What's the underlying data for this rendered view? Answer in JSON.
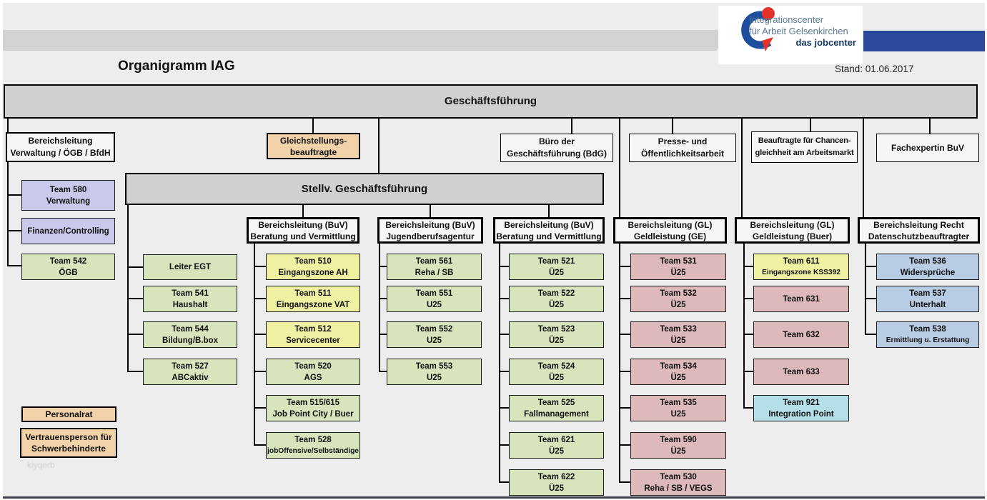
{
  "header": {
    "logo": {
      "line1": "Integrationscenter",
      "line2": "für Arbeit Gelsenkirchen",
      "line3": "das jobcenter"
    },
    "title": "Organigramm IAG",
    "date_label": "Stand: 01.06.2017"
  },
  "org": {
    "gf": "Geschäftsführung",
    "stellv": "Stellv. Geschäftsführung",
    "row2": {
      "verwaltung": {
        "l1": "Bereichsleitung",
        "l2": "Verwaltung / ÖGB / BfdH"
      },
      "gleichstellung": {
        "l1": "Gleichstellungs-",
        "l2": "beauftragte"
      },
      "buero": {
        "l1": "Büro der",
        "l2": "Geschäftsführung (BdG)"
      },
      "presse": {
        "l1": "Presse- und",
        "l2": "Öffentlichkeitsarbeit"
      },
      "chancen": {
        "l1": "Beauftragte für Chancen-",
        "l2": "gleichheit am Arbeitsmarkt"
      },
      "fachexpertin": {
        "l1": "Fachexpertin BuV"
      }
    },
    "leitung": {
      "buv1": {
        "l1": "Bereichsleitung (BuV)",
        "l2": "Beratung und Vermittlung"
      },
      "jba": {
        "l1": "Bereichsleitung (BuV)",
        "l2": "Jugendberufsagentur"
      },
      "buv2": {
        "l1": "Bereichsleitung (BuV)",
        "l2": "Beratung und Vermittlung"
      },
      "glge": {
        "l1": "Bereichsleitung (GL)",
        "l2": "Geldleistung (GE)"
      },
      "glbuer": {
        "l1": "Bereichsleitung (GL)",
        "l2": "Geldleistung (Buer)"
      },
      "recht": {
        "l1": "Bereichsleitung Recht",
        "l2": "Datenschutzbeauftragter"
      }
    },
    "teams": {
      "t580": {
        "l1": "Team 580",
        "l2": "Verwaltung"
      },
      "finanzen": {
        "l1": "Finanzen/Controlling"
      },
      "t542": {
        "l1": "Team 542",
        "l2": "ÖGB"
      },
      "egt": {
        "l1": "Leiter EGT"
      },
      "t541": {
        "l1": "Team 541",
        "l2": "Haushalt"
      },
      "t544": {
        "l1": "Team 544",
        "l2": "Bildung/B.box"
      },
      "t527": {
        "l1": "Team 527",
        "l2": "ABCaktiv"
      },
      "t510": {
        "l1": "Team 510",
        "l2": "Eingangszone AH"
      },
      "t511": {
        "l1": "Team 511",
        "l2": "Eingangszone VAT"
      },
      "t512": {
        "l1": "Team 512",
        "l2": "Servicecenter"
      },
      "t520": {
        "l1": "Team 520",
        "l2": "AGS"
      },
      "t515": {
        "l1": "Team 515/615",
        "l2": "Job Point City / Buer"
      },
      "t528": {
        "l1": "Team 528",
        "l2": "jobOffensive/Selbständige"
      },
      "t561": {
        "l1": "Team 561",
        "l2": "Reha / SB"
      },
      "t551": {
        "l1": "Team 551",
        "l2": "U25"
      },
      "t552": {
        "l1": "Team 552",
        "l2": "U25"
      },
      "t553": {
        "l1": "Team 553",
        "l2": "U25"
      },
      "t521": {
        "l1": "Team 521",
        "l2": "Ü25"
      },
      "t522": {
        "l1": "Team 522",
        "l2": "Ü25"
      },
      "t523": {
        "l1": "Team 523",
        "l2": "Ü25"
      },
      "t524": {
        "l1": "Team 524",
        "l2": "Ü25"
      },
      "t525": {
        "l1": "Team 525",
        "l2": "Fallmanagement"
      },
      "t621": {
        "l1": "Team 621",
        "l2": "Ü25"
      },
      "t622": {
        "l1": "Team 622",
        "l2": "Ü25"
      },
      "t531": {
        "l1": "Team 531",
        "l2": "Ü25"
      },
      "t532": {
        "l1": "Team 532",
        "l2": "Ü25"
      },
      "t533": {
        "l1": "Team 533",
        "l2": "Ü25"
      },
      "t534": {
        "l1": "Team 534",
        "l2": "Ü25"
      },
      "t535": {
        "l1": "Team 535",
        "l2": "U25"
      },
      "t590": {
        "l1": "Team 590",
        "l2": "Ü25"
      },
      "t530": {
        "l1": "Team 530",
        "l2": "Reha / SB / VEGS"
      },
      "t611": {
        "l1": "Team 611",
        "l2": "Eingangszone KSS392"
      },
      "t631": {
        "l1": "Team 631"
      },
      "t632": {
        "l1": "Team 632"
      },
      "t633": {
        "l1": "Team 633"
      },
      "t921": {
        "l1": "Team 921",
        "l2": "Integration Point"
      },
      "t536": {
        "l1": "Team 536",
        "l2": "Widersprüche"
      },
      "t537": {
        "l1": "Team 537",
        "l2": "Unterhalt"
      },
      "t538": {
        "l1": "Team 538",
        "l2": "Ermittlung u. Erstattung"
      }
    },
    "extra": {
      "personalrat": {
        "l1": "Personalrat"
      },
      "vertrauensperson": {
        "l1": "Vertrauensperson für",
        "l2": "Schwerbehinderte"
      }
    }
  },
  "watermark": "kiyqerb",
  "colors": {
    "background": "#ededed",
    "band_gray": "#d3d3d3",
    "box_gray": "#d0d0d0",
    "green": "#d7e4bc",
    "yellow": "#f0f0a2",
    "pink": "#ddb9bc",
    "purple": "#c9c9eb",
    "blue": "#b8cce4",
    "cyan": "#b4dfe8",
    "orange": "#f2d2a9",
    "blue_bar": "#2a4b9c",
    "logo_blue": "#1d4f9e",
    "logo_red": "#e5332a",
    "bottom_bar": "#3d4152"
  }
}
